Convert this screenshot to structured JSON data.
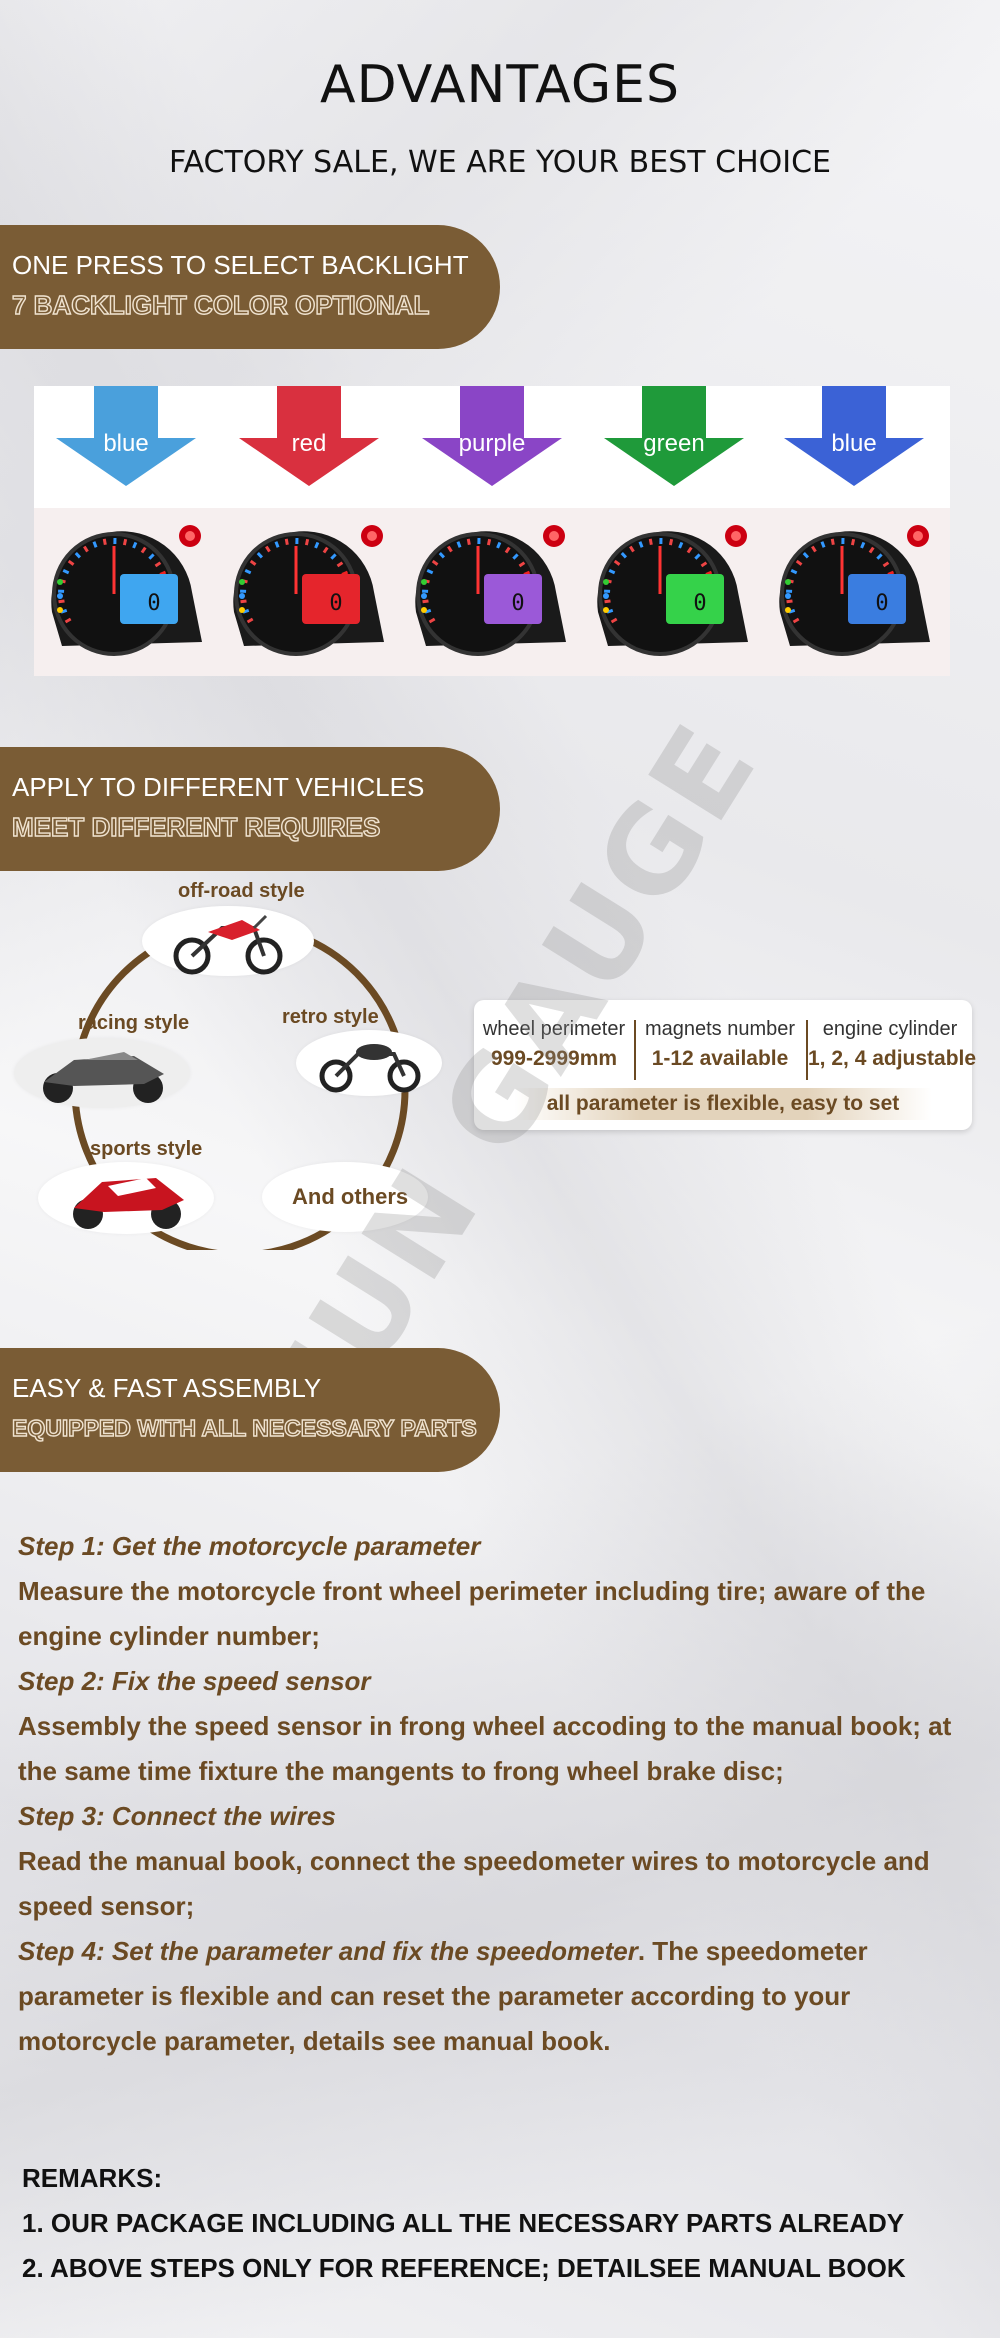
{
  "header": {
    "title": "ADVANTAGES",
    "subtitle": "FACTORY SALE, WE ARE YOUR BEST CHOICE"
  },
  "section1": {
    "line1": "ONE PRESS TO SELECT BACKLIGHT",
    "line2": "7 BACKLIGHT  COLOR OPTIONAL",
    "arrows": [
      {
        "label": "blue",
        "color": "#4aa0dc",
        "lcd": "#3fa6f0"
      },
      {
        "label": "red",
        "color": "#d9303f",
        "lcd": "#e5252c"
      },
      {
        "label": "purple",
        "color": "#8a45c6",
        "lcd": "#9b59d8"
      },
      {
        "label": "green",
        "color": "#1f9a3a",
        "lcd": "#35d24a"
      },
      {
        "label": "blue",
        "color": "#3b62d6",
        "lcd": "#3a7de0"
      }
    ]
  },
  "section2": {
    "line1": "APPLY TO DIFFERENT VEHICLES",
    "line2": "MEET DIFFERENT REQUIRES",
    "styles": {
      "offroad": "off-road style",
      "racing": "racing style",
      "retro": "retro style",
      "sports": "sports style",
      "others": "And others"
    },
    "params": {
      "wheel_title": "wheel perimeter",
      "wheel_value": "999-2999mm",
      "magnets_title": "magnets number",
      "magnets_value": "1-12 available",
      "engine_title": "engine cylinder",
      "engine_value": "1, 2, 4 adjustable",
      "footer": "all parameter is flexible, easy to set"
    }
  },
  "watermark": "JUN GAUGE",
  "section3": {
    "line1": "EASY & FAST ASSEMBLY",
    "line2": "EQUIPPED WITH ALL NECESSARY PARTS",
    "steps": [
      {
        "title": "Step 1: Get the motorcycle parameter",
        "body": "Measure the motorcycle front wheel perimeter including tire; aware of the engine cylinder number;"
      },
      {
        "title": "Step 2: Fix the speed sensor",
        "body": "Assembly the speed sensor in frong wheel accoding to the manual book; at the same time fixture the mangents to frong wheel brake disc;"
      },
      {
        "title": "Step 3: Connect the wires",
        "body": "Read the manual book, connect the speedometer wires to motorcycle and  speed sensor;"
      },
      {
        "title": "Step 4: Set the parameter and fix the speedometer",
        "body": ". The speedometer parameter is flexible and can reset the parameter according to your motorcycle parameter, details see manual book."
      }
    ]
  },
  "remarks": {
    "title": "REMARKS:",
    "items": [
      "1. OUR PACKAGE INCLUDING ALL THE NECESSARY PARTS ALREADY",
      "2. ABOVE STEPS ONLY FOR REFERENCE; DETAILSEE MANUAL BOOK"
    ]
  }
}
